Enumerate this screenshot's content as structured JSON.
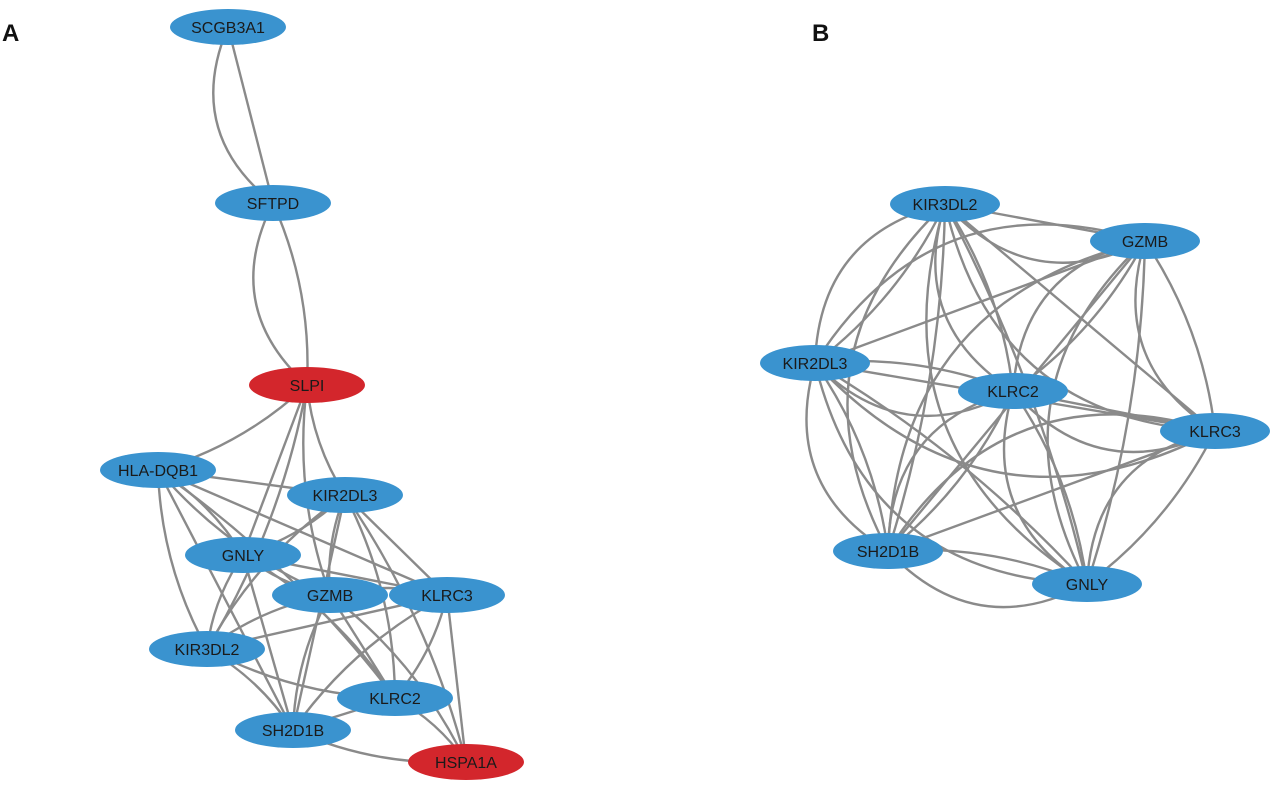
{
  "colors": {
    "blue": "#3a93cf",
    "red": "#d3262c",
    "edge": "#8a8a8a"
  },
  "panels": [
    {
      "letter": "A",
      "nodes": [
        {
          "id": "SCGB3A1",
          "label": "SCGB3A1",
          "color": "blue"
        },
        {
          "id": "SFTPD",
          "label": "SFTPD",
          "color": "blue"
        },
        {
          "id": "SLPI",
          "label": "SLPI",
          "color": "red"
        },
        {
          "id": "HLA-DQB1",
          "label": "HLA-DQB1",
          "color": "blue"
        },
        {
          "id": "KIR2DL3",
          "label": "KIR2DL3",
          "color": "blue"
        },
        {
          "id": "GNLY",
          "label": "GNLY",
          "color": "blue"
        },
        {
          "id": "GZMB",
          "label": "GZMB",
          "color": "blue"
        },
        {
          "id": "KLRC3",
          "label": "KLRC3",
          "color": "blue"
        },
        {
          "id": "KIR3DL2",
          "label": "KIR3DL2",
          "color": "blue"
        },
        {
          "id": "KLRC2",
          "label": "KLRC2",
          "color": "blue"
        },
        {
          "id": "SH2D1B",
          "label": "SH2D1B",
          "color": "blue"
        },
        {
          "id": "HSPA1A",
          "label": "HSPA1A",
          "color": "red"
        }
      ],
      "edges": [
        [
          "SCGB3A1",
          "SFTPD"
        ],
        [
          "SCGB3A1",
          "SFTPD"
        ],
        [
          "SFTPD",
          "SLPI"
        ],
        [
          "SFTPD",
          "SLPI"
        ],
        [
          "SLPI",
          "HLA-DQB1"
        ],
        [
          "SLPI",
          "KIR2DL3"
        ],
        [
          "SLPI",
          "GNLY"
        ],
        [
          "SLPI",
          "GZMB"
        ],
        [
          "SLPI",
          "KIR3DL2"
        ],
        [
          "HLA-DQB1",
          "KIR2DL3"
        ],
        [
          "HLA-DQB1",
          "GNLY"
        ],
        [
          "HLA-DQB1",
          "GZMB"
        ],
        [
          "HLA-DQB1",
          "KLRC3"
        ],
        [
          "HLA-DQB1",
          "KIR3DL2"
        ],
        [
          "HLA-DQB1",
          "KLRC2"
        ],
        [
          "HLA-DQB1",
          "SH2D1B"
        ],
        [
          "KIR2DL3",
          "GNLY"
        ],
        [
          "KIR2DL3",
          "GZMB"
        ],
        [
          "KIR2DL3",
          "KLRC3"
        ],
        [
          "KIR2DL3",
          "KIR3DL2"
        ],
        [
          "KIR2DL3",
          "KLRC2"
        ],
        [
          "KIR2DL3",
          "SH2D1B"
        ],
        [
          "KIR2DL3",
          "HSPA1A"
        ],
        [
          "GNLY",
          "GZMB"
        ],
        [
          "GNLY",
          "KLRC3"
        ],
        [
          "GNLY",
          "KIR3DL2"
        ],
        [
          "GNLY",
          "KLRC2"
        ],
        [
          "GNLY",
          "SH2D1B"
        ],
        [
          "GZMB",
          "KLRC3"
        ],
        [
          "GZMB",
          "KIR3DL2"
        ],
        [
          "GZMB",
          "KLRC2"
        ],
        [
          "GZMB",
          "SH2D1B"
        ],
        [
          "GZMB",
          "HSPA1A"
        ],
        [
          "KLRC3",
          "KIR3DL2"
        ],
        [
          "KLRC3",
          "KLRC2"
        ],
        [
          "KLRC3",
          "SH2D1B"
        ],
        [
          "KLRC3",
          "HSPA1A"
        ],
        [
          "KIR3DL2",
          "KLRC2"
        ],
        [
          "KIR3DL2",
          "SH2D1B"
        ],
        [
          "KLRC2",
          "SH2D1B"
        ],
        [
          "KLRC2",
          "HSPA1A"
        ],
        [
          "SH2D1B",
          "HSPA1A"
        ]
      ]
    },
    {
      "letter": "B",
      "nodes": [
        {
          "id": "KIR3DL2",
          "label": "KIR3DL2",
          "color": "blue"
        },
        {
          "id": "GZMB",
          "label": "GZMB",
          "color": "blue"
        },
        {
          "id": "KIR2DL3",
          "label": "KIR2DL3",
          "color": "blue"
        },
        {
          "id": "KLRC2",
          "label": "KLRC2",
          "color": "blue"
        },
        {
          "id": "KLRC3",
          "label": "KLRC3",
          "color": "blue"
        },
        {
          "id": "SH2D1B",
          "label": "SH2D1B",
          "color": "blue"
        },
        {
          "id": "GNLY",
          "label": "GNLY",
          "color": "blue"
        }
      ],
      "edges": [
        [
          "KIR3DL2",
          "GZMB"
        ],
        [
          "KIR3DL2",
          "GZMB"
        ],
        [
          "KIR3DL2",
          "KIR2DL3"
        ],
        [
          "KIR3DL2",
          "KIR2DL3"
        ],
        [
          "KIR3DL2",
          "KLRC2"
        ],
        [
          "KIR3DL2",
          "KLRC2"
        ],
        [
          "KIR3DL2",
          "KLRC3"
        ],
        [
          "KIR3DL2",
          "KLRC3"
        ],
        [
          "KIR3DL2",
          "SH2D1B"
        ],
        [
          "KIR3DL2",
          "SH2D1B"
        ],
        [
          "KIR3DL2",
          "GNLY"
        ],
        [
          "KIR3DL2",
          "GNLY"
        ],
        [
          "GZMB",
          "KIR2DL3"
        ],
        [
          "GZMB",
          "KIR2DL3"
        ],
        [
          "GZMB",
          "KLRC2"
        ],
        [
          "GZMB",
          "KLRC2"
        ],
        [
          "GZMB",
          "KLRC3"
        ],
        [
          "GZMB",
          "KLRC3"
        ],
        [
          "GZMB",
          "SH2D1B"
        ],
        [
          "GZMB",
          "SH2D1B"
        ],
        [
          "GZMB",
          "GNLY"
        ],
        [
          "GZMB",
          "GNLY"
        ],
        [
          "KIR2DL3",
          "KLRC2"
        ],
        [
          "KIR2DL3",
          "KLRC2"
        ],
        [
          "KIR2DL3",
          "KLRC3"
        ],
        [
          "KIR2DL3",
          "KLRC3"
        ],
        [
          "KIR2DL3",
          "SH2D1B"
        ],
        [
          "KIR2DL3",
          "SH2D1B"
        ],
        [
          "KIR2DL3",
          "GNLY"
        ],
        [
          "KIR2DL3",
          "GNLY"
        ],
        [
          "KLRC2",
          "KLRC3"
        ],
        [
          "KLRC2",
          "KLRC3"
        ],
        [
          "KLRC2",
          "SH2D1B"
        ],
        [
          "KLRC2",
          "SH2D1B"
        ],
        [
          "KLRC2",
          "GNLY"
        ],
        [
          "KLRC2",
          "GNLY"
        ],
        [
          "KLRC3",
          "SH2D1B"
        ],
        [
          "KLRC3",
          "SH2D1B"
        ],
        [
          "KLRC3",
          "GNLY"
        ],
        [
          "KLRC3",
          "GNLY"
        ],
        [
          "SH2D1B",
          "GNLY"
        ],
        [
          "SH2D1B",
          "GNLY"
        ]
      ]
    }
  ]
}
